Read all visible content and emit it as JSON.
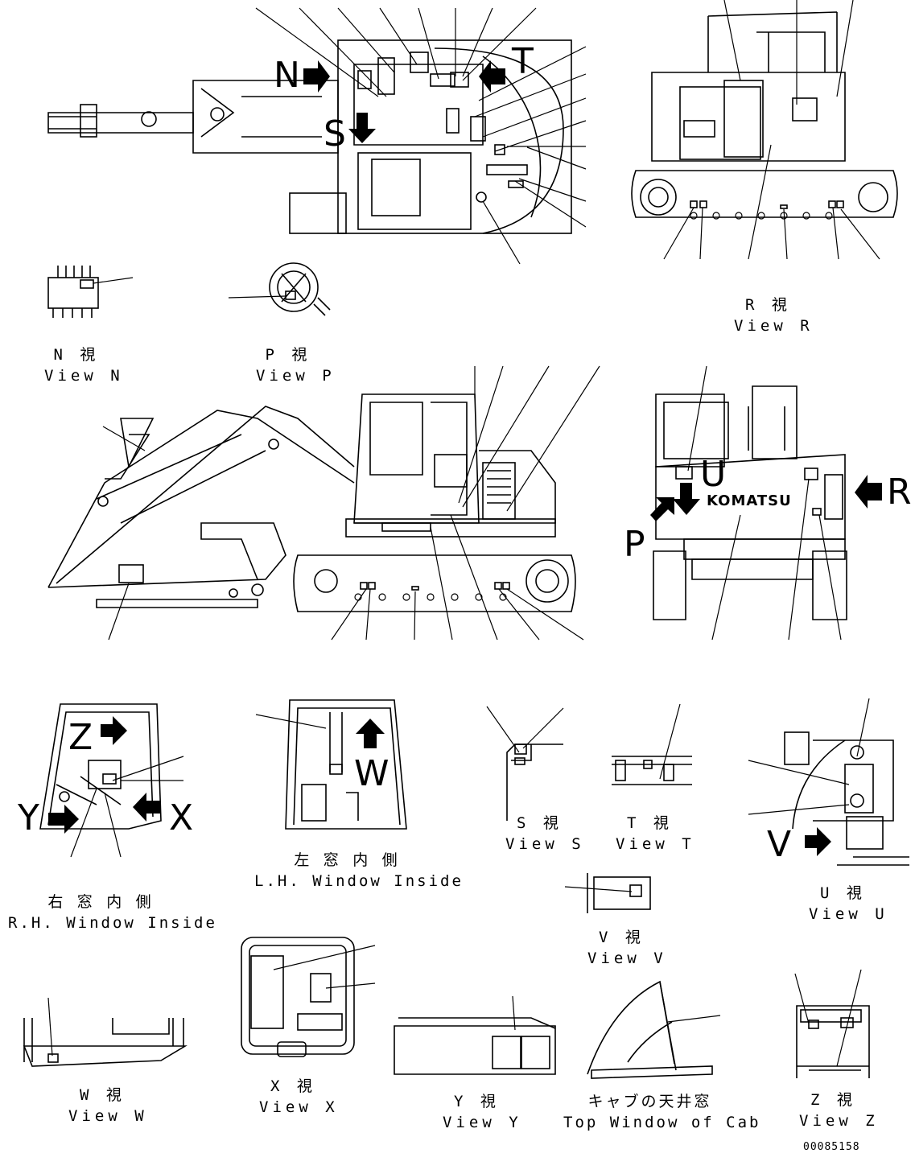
{
  "views": {
    "n": {
      "jp": "N 視",
      "en": "View N"
    },
    "p": {
      "jp": "P 視",
      "en": "View P"
    },
    "r": {
      "jp": "R 視",
      "en": "View R"
    },
    "s": {
      "jp": "S 視",
      "en": "View S"
    },
    "t": {
      "jp": "T 視",
      "en": "View T"
    },
    "u": {
      "jp": "U 視",
      "en": "View U"
    },
    "v": {
      "jp": "V 視",
      "en": "View V"
    },
    "w": {
      "jp": "W 視",
      "en": "View W"
    },
    "x": {
      "jp": "X 視",
      "en": "View X"
    },
    "y": {
      "jp": "Y 視",
      "en": "View Y"
    },
    "z": {
      "jp": "Z 視",
      "en": "View Z"
    },
    "rh_window": {
      "jp": "右 窓 内 側",
      "en": "R.H. Window Inside"
    },
    "lh_window": {
      "jp": "左 窓 内 側",
      "en": "L.H. Window Inside"
    },
    "top_window": {
      "jp": "キャブの天井窓",
      "en": "Top Window of Cab"
    }
  },
  "markers": {
    "N": "N",
    "S": "S",
    "T": "T",
    "P": "P",
    "R": "R",
    "U": "U",
    "V": "V",
    "W": "W",
    "X": "X",
    "Y": "Y",
    "Z": "Z"
  },
  "brand": "KOMATSU",
  "drawing_number": "00085158"
}
